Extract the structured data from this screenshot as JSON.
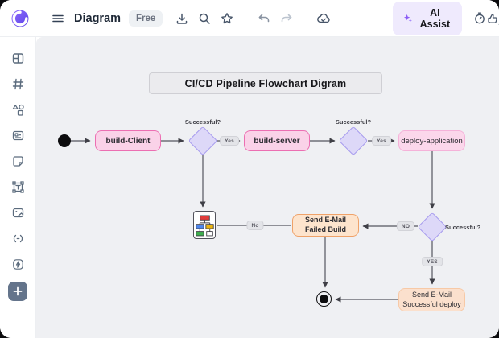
{
  "topbar": {
    "title": "Diagram",
    "badge": "Free",
    "ai_assist_label": "AI Assist"
  },
  "sidebar": {
    "tools": [
      "layout-panels",
      "grid",
      "basic-shapes",
      "components",
      "sticky-note",
      "text-box",
      "image",
      "embed-code",
      "actions",
      "add-more"
    ]
  },
  "canvas": {
    "title": "CI/CD Pipeline Flowchart Digram",
    "nodes": {
      "build_client": "build-Client",
      "build_server": "build-server",
      "deploy_application": "deploy-application",
      "send_email_failed": {
        "line1": "Send E-Mail",
        "line2": "Failed Build"
      },
      "send_email_success": {
        "line1": "Send E-Mail",
        "line2": "Successful deploy"
      }
    },
    "decisions": {
      "d1": "Successful?",
      "d2": "Successful?",
      "d3": "Successful?"
    },
    "edge_labels": {
      "yes1": "Yes",
      "yes2": "Yes",
      "no1": "No",
      "no2": "NO",
      "yes3": "YES"
    }
  },
  "colors": {
    "accent": "#7c5cf6",
    "pink_fill": "#fad2e8",
    "pink_border": "#ec6fb2",
    "lavender_fill": "#ddd8f8",
    "lavender_border": "#a79bee",
    "orange_fill": "#fde4cd",
    "orange_border": "#efa269",
    "canvas_bg": "#eff0f3"
  }
}
